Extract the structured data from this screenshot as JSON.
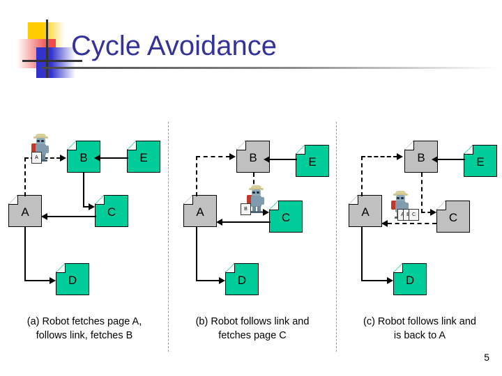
{
  "slide": {
    "title": "Cycle Avoidance",
    "page_number": "5",
    "title_color": "#333399",
    "doc_green": "#00CC99",
    "doc_gray": "#C0C0C0"
  },
  "panels": [
    {
      "id": "a",
      "caption_line1": "(a) Robot fetches page A,",
      "caption_line2": "follows link, fetches B",
      "documents": [
        {
          "label": "A",
          "state": "fetched"
        },
        {
          "label": "B",
          "state": "unvisited"
        },
        {
          "label": "C",
          "state": "unvisited"
        },
        {
          "label": "D",
          "state": "unvisited"
        },
        {
          "label": "E",
          "state": "unvisited"
        }
      ],
      "robot_carries": [
        "A"
      ]
    },
    {
      "id": "b",
      "caption_line1": "(b) Robot follows link and",
      "caption_line2": "fetches page C",
      "documents": [
        {
          "label": "A",
          "state": "fetched"
        },
        {
          "label": "B",
          "state": "fetched"
        },
        {
          "label": "C",
          "state": "unvisited"
        },
        {
          "label": "D",
          "state": "unvisited"
        },
        {
          "label": "E",
          "state": "unvisited"
        }
      ],
      "robot_carries": [
        "B"
      ]
    },
    {
      "id": "c",
      "caption_line1": "(c) Robot follows link and",
      "caption_line2": "is back to A",
      "documents": [
        {
          "label": "A",
          "state": "fetched"
        },
        {
          "label": "B",
          "state": "fetched"
        },
        {
          "label": "C",
          "state": "fetched"
        },
        {
          "label": "D",
          "state": "unvisited"
        },
        {
          "label": "E",
          "state": "unvisited"
        }
      ],
      "robot_carries": [
        "A",
        "B",
        "C"
      ]
    }
  ]
}
